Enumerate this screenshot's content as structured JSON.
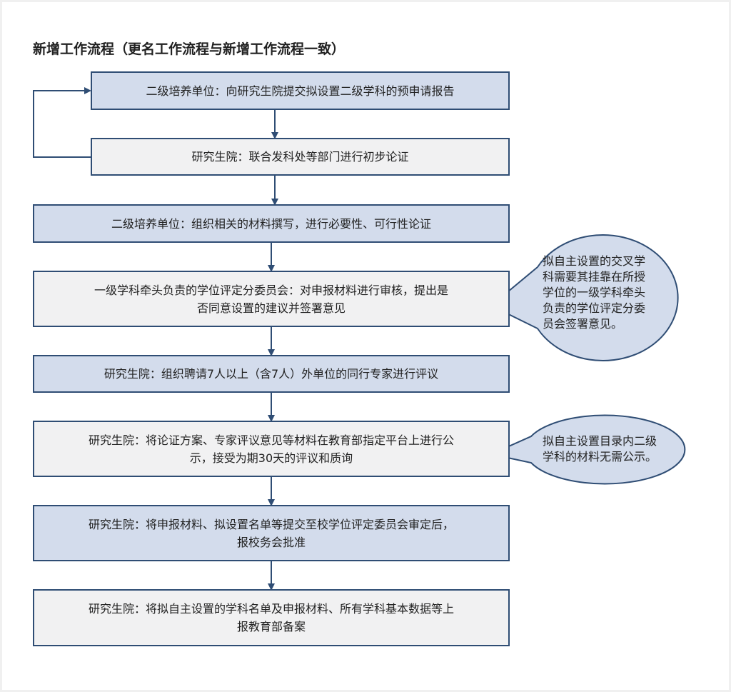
{
  "diagram": {
    "title": "新增工作流程（更名工作流程与新增工作流程一致）",
    "steps": [
      {
        "text": "二级培养单位：向研究生院提交拟设置二级学科的预申请报告"
      },
      {
        "text": "研究生院：联合发科处等部门进行初步论证"
      },
      {
        "text": "二级培养单位：组织相关的材料撰写，进行必要性、可行性论证"
      },
      {
        "line1": "一级学科牵头负责的学位评定分委员会：对申报材料进行审核，提出是",
        "line2": "否同意设置的建议并签署意见"
      },
      {
        "text": "研究生院：组织聘请7人以上（含7人）外单位的同行专家进行评议"
      },
      {
        "line1": "研究生院：将论证方案、专家评议意见等材料在教育部指定平台上进行公",
        "line2": "示，接受为期30天的评议和质询"
      },
      {
        "line1": "研究生院：将申报材料、拟设置名单等提交至校学位评定委员会审定后，",
        "line2": "报校务会批准"
      },
      {
        "line1": "研究生院：将拟自主设置的学科名单及申报材料、所有学科基本数据等上",
        "line2": "报教育部备案"
      }
    ],
    "notes": [
      {
        "lines": [
          "拟自主设置的交叉学",
          "科需要其挂靠在所授",
          "学位的一级学科牵头",
          "负责的学位评定分委",
          "员会签署意见。"
        ]
      },
      {
        "lines": [
          "拟自主设置目录内二级",
          "学科的材料无需公示。"
        ]
      }
    ],
    "colors": {
      "box_fill_blue": "#d3dcec",
      "box_fill_gray": "#f1f1f2",
      "box_border": "#2f4d74",
      "arrow": "#2f4d74",
      "bubble_fill": "#d3dcec"
    }
  }
}
